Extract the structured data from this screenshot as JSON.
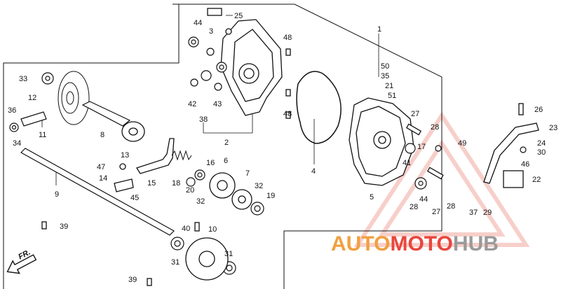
{
  "diagram": {
    "callouts": [
      "1",
      "2",
      "3",
      "4",
      "5",
      "6",
      "7",
      "8",
      "9",
      "10",
      "11",
      "12",
      "13",
      "14",
      "15",
      "16",
      "17",
      "18",
      "19",
      "20",
      "21",
      "22",
      "23",
      "24",
      "25",
      "26",
      "27",
      "28",
      "29",
      "30",
      "31",
      "32",
      "33",
      "34",
      "35",
      "36",
      "37",
      "38",
      "39",
      "40",
      "41",
      "42",
      "43",
      "44",
      "45",
      "46",
      "47",
      "48",
      "49",
      "50",
      "51"
    ],
    "front_arrow": "FR."
  },
  "watermark": {
    "part1": "AUTO",
    "part2": "MOTO",
    "part3": "HUB",
    "color1": "#f0a040",
    "color2": "#e8463c",
    "color3": "#9a9a9a"
  },
  "colors": {
    "line": "#111111",
    "outline": "#000000"
  }
}
